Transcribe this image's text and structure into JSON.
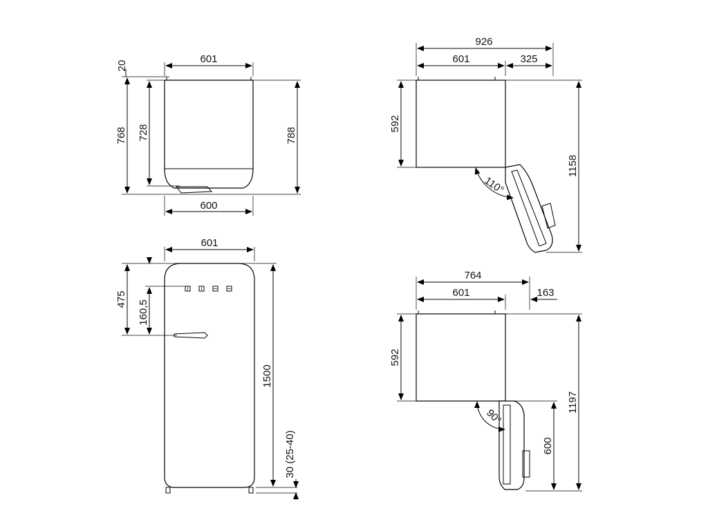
{
  "top_view": {
    "width_top": "601",
    "gap_top": "20",
    "depth_total": "768",
    "depth_body": "728",
    "depth_with_door": "788",
    "width_bottom": "600"
  },
  "front_view": {
    "width": "601",
    "handle_from_top": "475",
    "logo_to_handle": "160,5",
    "height": "1500",
    "feet": "30 (25-40)"
  },
  "top_view_door_110": {
    "overall_width": "926",
    "body_width": "601",
    "door_overhang": "325",
    "body_depth": "592",
    "overall_depth": "1158",
    "angle": "110°"
  },
  "top_view_door_90": {
    "overall_width": "764",
    "body_width": "601",
    "door_overhang": "163",
    "body_depth": "592",
    "overall_depth": "1197",
    "door_depth": "600",
    "angle": "90°"
  }
}
